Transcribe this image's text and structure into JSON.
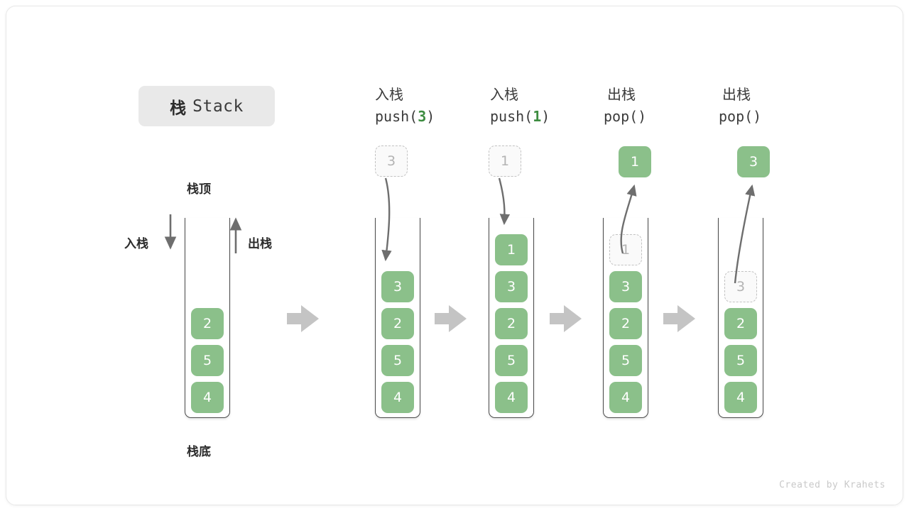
{
  "diagram": {
    "title_cjk": "栈",
    "title_latin": "Stack",
    "footer": "Created by Krahets",
    "colors": {
      "item_green": "#8bc08a",
      "ghost_fill": "#fafafa",
      "ghost_border": "#c2c2c2",
      "ghost_text": "#b3b3b3",
      "tube_stroke": "#4a4a4a",
      "arrow_gray": "#6e6e6e",
      "block_arrow_gray": "#c4c4c4",
      "badge_bg": "#e9e9e9",
      "accent_number": "#3d8c40"
    }
  },
  "initial": {
    "top_label": "栈顶",
    "bottom_label": "栈底",
    "push_label": "入栈",
    "pop_label": "出栈",
    "items": [
      "2",
      "5",
      "4"
    ]
  },
  "steps": [
    {
      "op_cjk": "入栈",
      "op_code_prefix": "push(",
      "op_code_num": "3",
      "op_code_suffix": ")",
      "kind": "push",
      "floating_value": "3",
      "floating_state": "ghost",
      "items": [
        {
          "value": "3",
          "state": "solid"
        },
        {
          "value": "2",
          "state": "solid"
        },
        {
          "value": "5",
          "state": "solid"
        },
        {
          "value": "4",
          "state": "solid"
        }
      ]
    },
    {
      "op_cjk": "入栈",
      "op_code_prefix": "push(",
      "op_code_num": "1",
      "op_code_suffix": ")",
      "kind": "push",
      "floating_value": "1",
      "floating_state": "ghost",
      "items": [
        {
          "value": "1",
          "state": "solid"
        },
        {
          "value": "3",
          "state": "solid"
        },
        {
          "value": "2",
          "state": "solid"
        },
        {
          "value": "5",
          "state": "solid"
        },
        {
          "value": "4",
          "state": "solid"
        }
      ]
    },
    {
      "op_cjk": "出栈",
      "op_code_prefix": "pop(",
      "op_code_num": "",
      "op_code_suffix": ")",
      "kind": "pop",
      "floating_value": "1",
      "floating_state": "solid",
      "items": [
        {
          "value": "1",
          "state": "ghost"
        },
        {
          "value": "3",
          "state": "solid"
        },
        {
          "value": "2",
          "state": "solid"
        },
        {
          "value": "5",
          "state": "solid"
        },
        {
          "value": "4",
          "state": "solid"
        }
      ]
    },
    {
      "op_cjk": "出栈",
      "op_code_prefix": "pop(",
      "op_code_num": "",
      "op_code_suffix": ")",
      "kind": "pop",
      "floating_value": "3",
      "floating_state": "solid",
      "items": [
        {
          "value": "3",
          "state": "ghost"
        },
        {
          "value": "2",
          "state": "solid"
        },
        {
          "value": "5",
          "state": "solid"
        },
        {
          "value": "4",
          "state": "solid"
        }
      ]
    }
  ]
}
